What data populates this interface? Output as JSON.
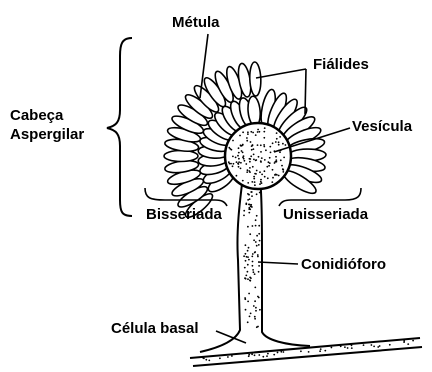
{
  "labels": {
    "metula": "Métula",
    "fialides": "Fiálides",
    "cabeca_line1": "Cabeça",
    "cabeca_line2": "Aspergilar",
    "vesicula": "Vesícula",
    "bisseriada": "Bisseriada",
    "unisseriada": "Unisseriada",
    "conidioforo": "Conidióforo",
    "celula_basal": "Célula basal"
  },
  "colors": {
    "line": "#000000",
    "fill": "#ffffff",
    "text": "#000000"
  }
}
